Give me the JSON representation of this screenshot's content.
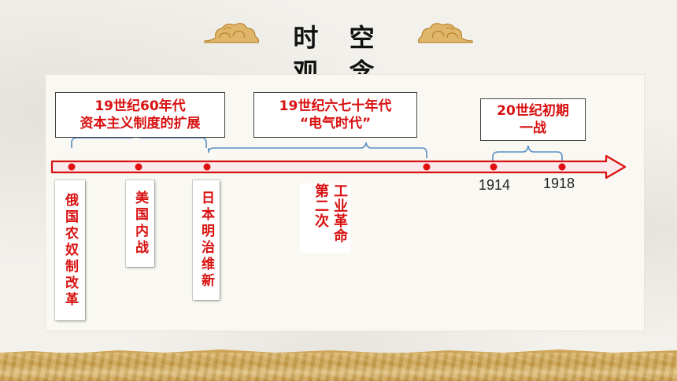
{
  "title": "时 空 观 念",
  "periods": [
    {
      "line1": "19世纪60年代",
      "line2": "资本主义制度的扩展"
    },
    {
      "line1": "19世纪六七十年代",
      "line2": "“电气时代”"
    },
    {
      "line1": "20世纪初期",
      "line2": "一战"
    }
  ],
  "events": [
    {
      "label": "俄国农奴制改革"
    },
    {
      "label": "美国内战"
    },
    {
      "label": "日本明治维新"
    }
  ],
  "revolution": {
    "col1": "工业革命",
    "col2": "第二次"
  },
  "years": [
    "1914",
    "1918"
  ],
  "colors": {
    "accent": "#d81010",
    "arrow": "#d81010",
    "gold": "#c89b45"
  }
}
